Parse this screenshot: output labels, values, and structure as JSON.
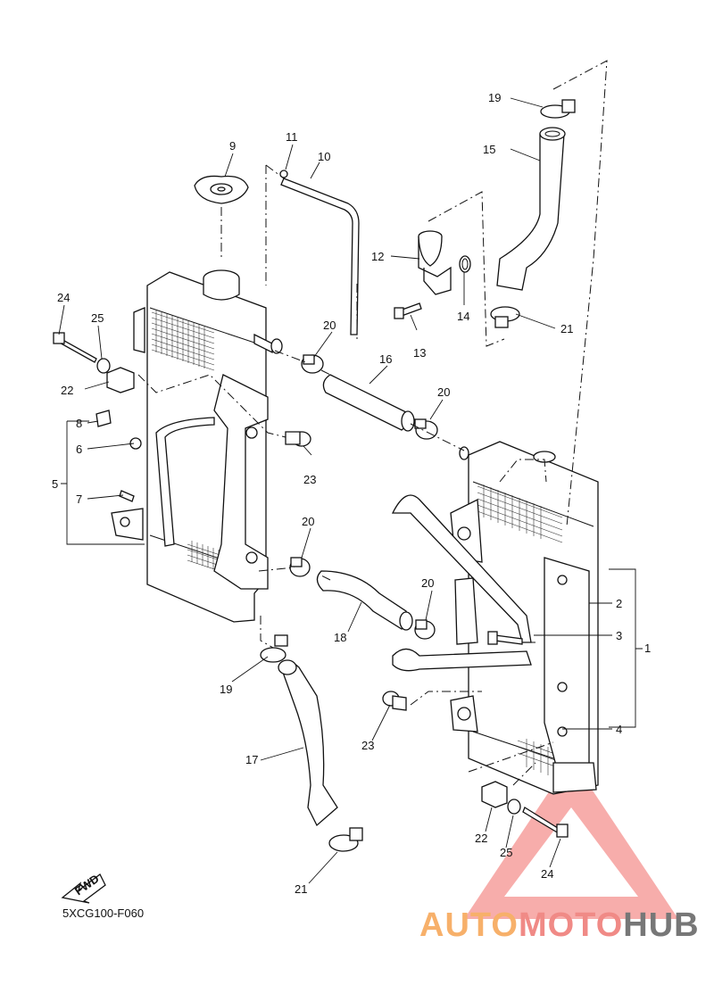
{
  "diagram": {
    "callouts": [
      {
        "id": "c1",
        "text": "1"
      },
      {
        "id": "c2",
        "text": "2"
      },
      {
        "id": "c3",
        "text": "3"
      },
      {
        "id": "c4",
        "text": "4"
      },
      {
        "id": "c5",
        "text": "5"
      },
      {
        "id": "c6",
        "text": "6"
      },
      {
        "id": "c7",
        "text": "7"
      },
      {
        "id": "c8",
        "text": "8"
      },
      {
        "id": "c9",
        "text": "9"
      },
      {
        "id": "c10",
        "text": "10"
      },
      {
        "id": "c11",
        "text": "11"
      },
      {
        "id": "c12",
        "text": "12"
      },
      {
        "id": "c13",
        "text": "13"
      },
      {
        "id": "c14",
        "text": "14"
      },
      {
        "id": "c15",
        "text": "15"
      },
      {
        "id": "c16",
        "text": "16"
      },
      {
        "id": "c17",
        "text": "17"
      },
      {
        "id": "c18",
        "text": "18"
      },
      {
        "id": "c19a",
        "text": "19"
      },
      {
        "id": "c19b",
        "text": "19"
      },
      {
        "id": "c20a",
        "text": "20"
      },
      {
        "id": "c20b",
        "text": "20"
      },
      {
        "id": "c20c",
        "text": "20"
      },
      {
        "id": "c20d",
        "text": "20"
      },
      {
        "id": "c21a",
        "text": "21"
      },
      {
        "id": "c21b",
        "text": "21"
      },
      {
        "id": "c22a",
        "text": "22"
      },
      {
        "id": "c22b",
        "text": "22"
      },
      {
        "id": "c23a",
        "text": "23"
      },
      {
        "id": "c23b",
        "text": "23"
      },
      {
        "id": "c24a",
        "text": "24"
      },
      {
        "id": "c24b",
        "text": "24"
      },
      {
        "id": "c25a",
        "text": "25"
      },
      {
        "id": "c25b",
        "text": "25"
      }
    ],
    "fwd_label": "FWD",
    "drawing_code": "5XCG100-F060"
  },
  "watermark": {
    "part1": "AUTO",
    "part2": "MOTO",
    "part3": "HUB",
    "colors": {
      "auto": "#f7b06a",
      "moto": "#f08a86",
      "hub": "#777777",
      "triangle": "#f06a66"
    }
  }
}
